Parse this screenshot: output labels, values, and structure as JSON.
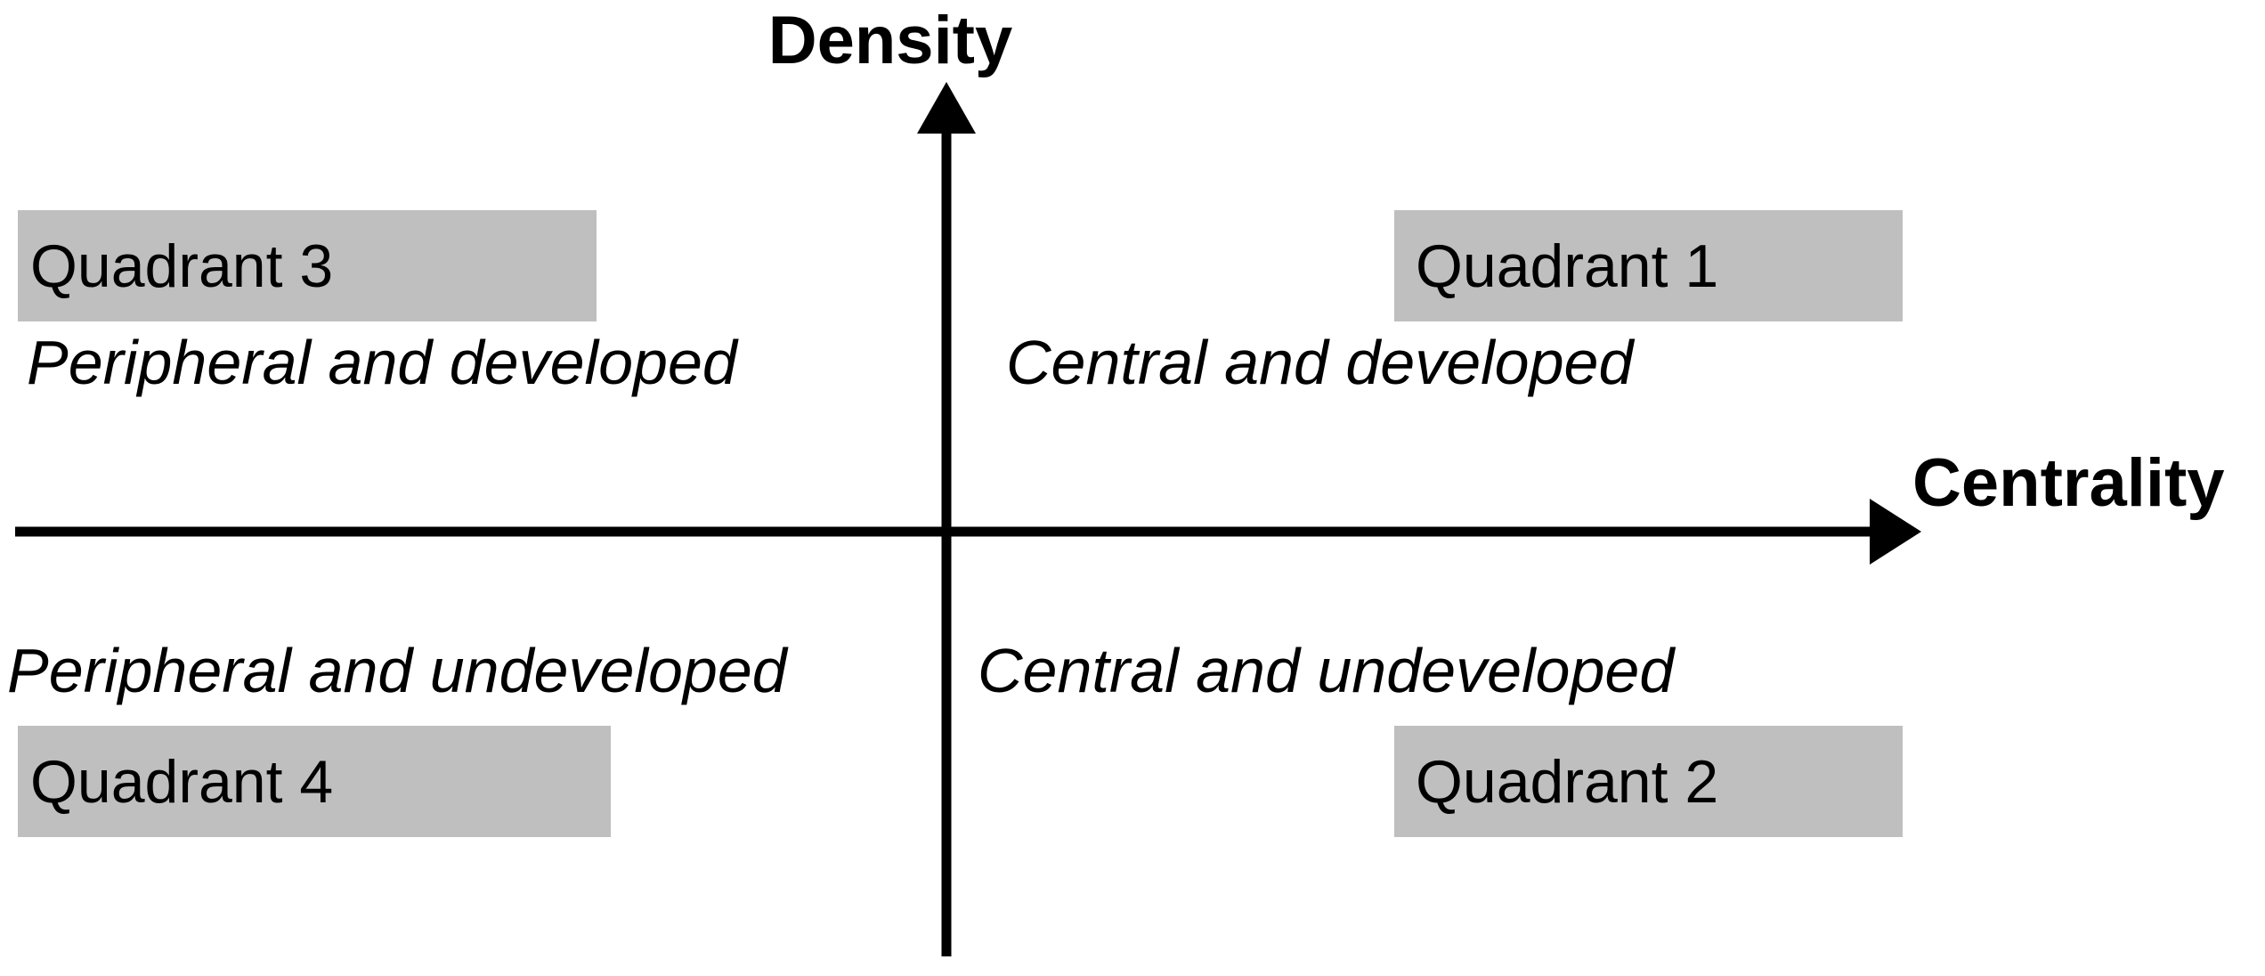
{
  "diagram": {
    "type": "strategic-diagram",
    "title": "Strategic quadrant diagram (Density vs Centrality)",
    "background_color": "#FFFFFF",
    "axis_color": "#000000",
    "chip_color": "#BFBFBF",
    "text_color": "#000000"
  },
  "axes": {
    "y": {
      "label": "Density",
      "direction": "up",
      "arrow": "arrow-up-icon"
    },
    "x": {
      "label": "Centrality",
      "direction": "right",
      "arrow": "arrow-right-icon"
    }
  },
  "quadrants": [
    {
      "id": "q1",
      "chip_label": "Quadrant 1",
      "descriptor": "Central and developed",
      "position": "top-right"
    },
    {
      "id": "q2",
      "chip_label": "Quadrant 2",
      "descriptor": "Central and undeveloped",
      "position": "bottom-right"
    },
    {
      "id": "q3",
      "chip_label": "Quadrant 3",
      "descriptor": "Peripheral and developed",
      "position": "top-left"
    },
    {
      "id": "q4",
      "chip_label": "Quadrant 4",
      "descriptor": "Peripheral and undeveloped",
      "position": "bottom-left"
    }
  ],
  "chart_data": {
    "type": "scatter",
    "title": "",
    "xlabel": "Centrality",
    "ylabel": "Density",
    "grid": false,
    "legend": "none",
    "annotations": [
      {
        "quadrant": "Quadrant 1",
        "x_sign": "+",
        "y_sign": "+",
        "text": "Central and developed"
      },
      {
        "quadrant": "Quadrant 2",
        "x_sign": "+",
        "y_sign": "-",
        "text": "Central and undeveloped"
      },
      {
        "quadrant": "Quadrant 3",
        "x_sign": "-",
        "y_sign": "+",
        "text": "Peripheral and developed"
      },
      {
        "quadrant": "Quadrant 4",
        "x_sign": "-",
        "y_sign": "-",
        "text": "Peripheral and undeveloped"
      }
    ]
  }
}
